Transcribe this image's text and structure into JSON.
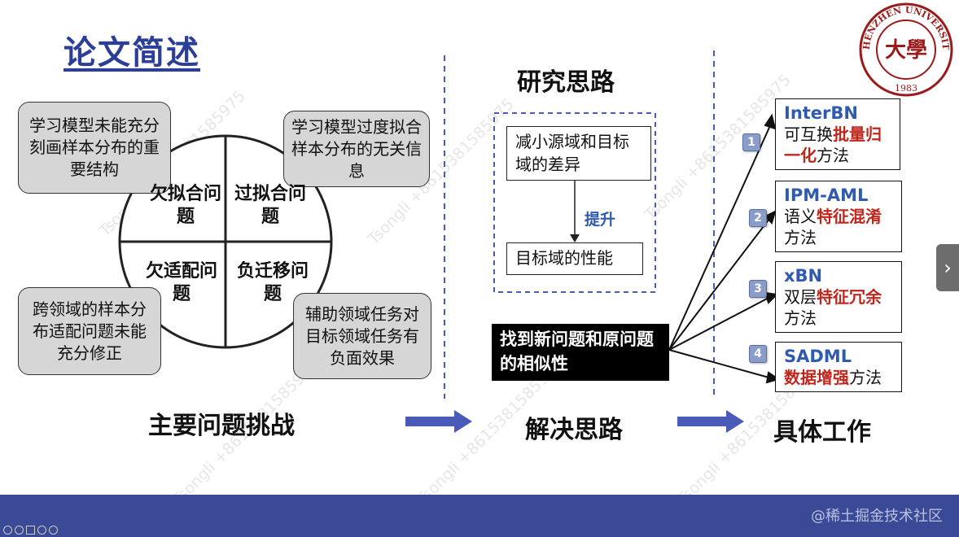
{
  "slide": {
    "title": "论文简述",
    "challenges": {
      "bubble_tl": "学习模型未能充分刻画样本分布的重要结构",
      "bubble_tr": "学习模型过度拟合样本分布的无关信息",
      "bubble_bl": "跨领域的样本分布适配问题未能充分修正",
      "bubble_br": "辅助领域任务对目标领域任务有负面效果",
      "quad_underfit": "欠拟合问题",
      "quad_overfit": "过拟合问题",
      "quad_underadapt": "欠适配问题",
      "quad_negtransfer": "负迁移问题",
      "label": "主要问题挑战"
    },
    "research": {
      "heading": "研究思路",
      "box_reduce": "减小源域和目标域的差异",
      "improve_label": "提升",
      "box_target": "目标域的性能",
      "black_box": "找到新问题和原问题的相似性",
      "label": "解决思路"
    },
    "works": {
      "label": "具体工作",
      "items": [
        {
          "num": "1",
          "title": "InterBN",
          "pre": "可互换",
          "hl": "批量归一化",
          "post": "方法"
        },
        {
          "num": "2",
          "title": "IPM-AML",
          "pre": "语义",
          "hl": "特征混淆",
          "post": "方法"
        },
        {
          "num": "3",
          "title": "xBN",
          "pre": "双层",
          "hl": "特征冗余",
          "post": "方法"
        },
        {
          "num": "4",
          "title": "SADML",
          "pre": "",
          "hl": "数据增强",
          "post": "方法"
        }
      ]
    },
    "logo": {
      "text_top": "SHENZHEN UNIVERSITY",
      "year": "1983",
      "center": "大學"
    },
    "watermark": "Tsongli +8615381585975",
    "footer_credit": "@稀土掘金技术社区"
  },
  "colors": {
    "title": "#2b3f97",
    "highlight": "#c0261c",
    "work_title": "#2e5bb0",
    "arrow": "#4a5ab8",
    "footer": "#3a4a96",
    "logo": "#9b1b1b"
  }
}
